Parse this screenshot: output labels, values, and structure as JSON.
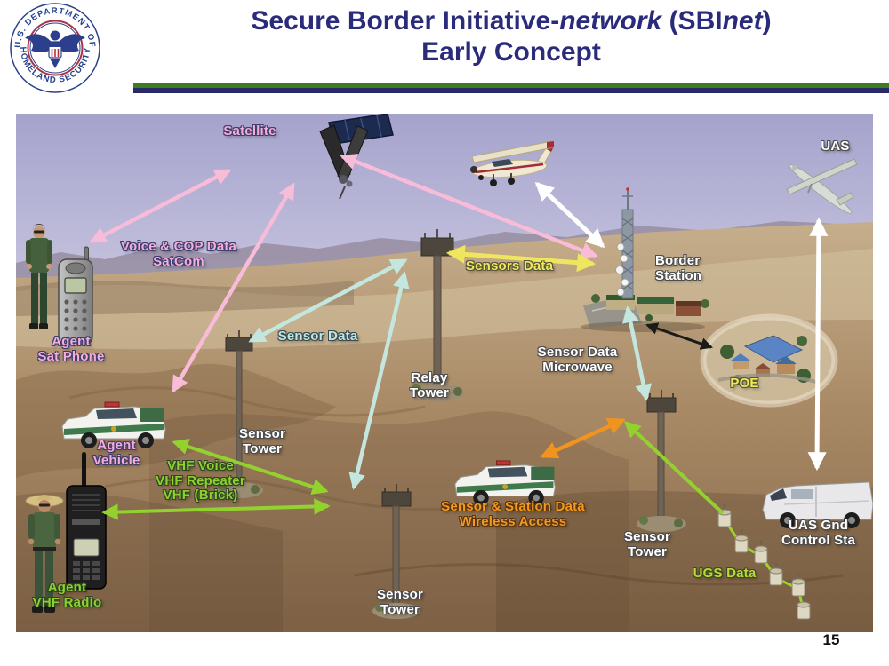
{
  "header": {
    "title_part1": "Secure Border Initiative-",
    "title_part2_italic": "network",
    "title_part3": " (SBI",
    "title_part4_italic": "net",
    "title_part5": ")",
    "title_line2": "Early Concept",
    "seal_text_top": "U.S. DEPARTMENT OF",
    "seal_text_bottom": "HOMELAND SECURITY"
  },
  "page_number": "15",
  "labels": {
    "satellite": "Satellite",
    "voice_cop_1": "Voice & COP Data",
    "voice_cop_2": "SatCom",
    "agent_sat_phone_1": "Agent",
    "agent_sat_phone_2": "Sat Phone",
    "sensor_data": "Sensor Data",
    "relay_tower_1": "Relay",
    "relay_tower_2": "Tower",
    "sensors_data": "Sensors Data",
    "border_station_1": "Border",
    "border_station_2": "Station",
    "sensor_data_microwave_1": "Sensor Data",
    "sensor_data_microwave_2": "Microwave",
    "poe": "POE",
    "uas": "UAS",
    "agent_vehicle_1": "Agent",
    "agent_vehicle_2": "Vehicle",
    "vhf_1": "VHF Voice",
    "vhf_2": "VHF Repeater",
    "vhf_3": "VHF (Brick)",
    "agent_vhf_radio_1": "Agent",
    "agent_vhf_radio_2": "VHF Radio",
    "sensor_tower_left_1": "Sensor",
    "sensor_tower_left_2": "Tower",
    "sensor_station_1": "Sensor & Station Data",
    "sensor_station_2": "Wireless Access",
    "sensor_tower_bottom_1": "Sensor",
    "sensor_tower_bottom_2": "Tower",
    "sensor_tower_right_1": "Sensor",
    "sensor_tower_right_2": "Tower",
    "uas_gnd_1": "UAS Gnd",
    "uas_gnd_2": "Control Sta",
    "ugs_data": "UGS Data"
  },
  "colors": {
    "title_navy": "#2b2b7c",
    "divider_green": "#3e7c1f",
    "divider_navy": "#292968",
    "label_pink": "#f5aed6",
    "label_white": "#ffffff",
    "label_yellow": "#f0e95c",
    "label_teal": "#bfe6df",
    "label_green": "#8cd12f",
    "label_ugs_green": "#bcd938",
    "label_orange": "#f29a20",
    "arrow_pink": "#f8bcd9",
    "arrow_white": "#ffffff",
    "arrow_yellow": "#efe660",
    "arrow_teal": "#c3e7df",
    "arrow_green": "#93d22e",
    "arrow_orange": "#f1941f",
    "arrow_black": "#1a1a1a",
    "page_number_color": "#111111"
  }
}
